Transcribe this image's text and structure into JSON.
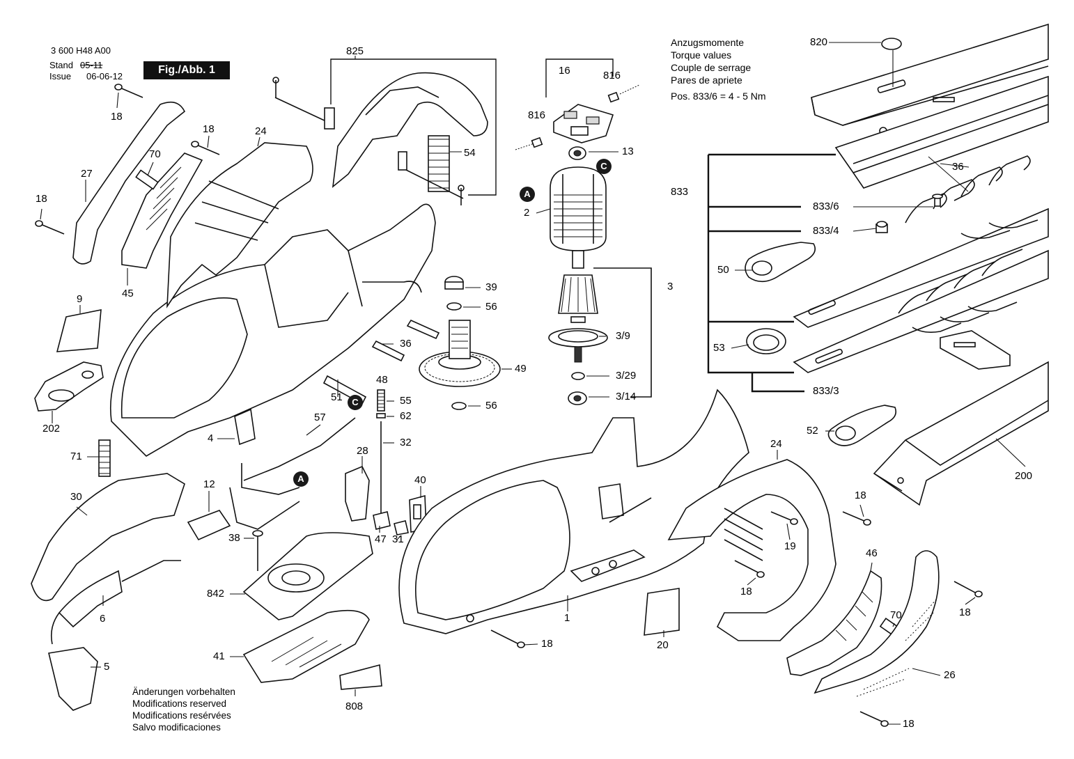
{
  "header": {
    "part_number": "3 600 H48 A00",
    "stand_label": "Stand",
    "stand_value": "05-11",
    "issue_label": "Issue",
    "issue_value": "06-06-12",
    "figure_label": "Fig./Abb. 1"
  },
  "torque": {
    "lines": [
      "Anzugsmomente",
      "Torque values",
      "Couple de serrage",
      "Pares de apriete"
    ],
    "spec": "Pos. 833/6 = 4 - 5 Nm"
  },
  "modifications": {
    "lines": [
      "Änderungen vorbehalten",
      "Modifications reserved",
      "Modifications resérvées",
      "Salvo modificaciones"
    ]
  },
  "markers": {
    "a": "A",
    "c": "C"
  },
  "parts": {
    "p825": "825",
    "p820": "820",
    "p16": "16",
    "p816a": "816",
    "p816b": "816",
    "p13": "13",
    "p2": "2",
    "p3": "3",
    "p39": "39",
    "p56a": "56",
    "p36a": "36",
    "p3_9": "3/9",
    "p49": "49",
    "p3_29": "3/29",
    "p3_14": "3/14",
    "p56b": "56",
    "p48": "48",
    "p55": "55",
    "p62": "62",
    "p32": "32",
    "p51": "51",
    "p57": "57",
    "p4": "4",
    "p28": "28",
    "p40": "40",
    "p12": "12",
    "p47": "47",
    "p31": "31",
    "p38": "38",
    "p842": "842",
    "p41": "41",
    "p808": "808",
    "p6": "6",
    "p5": "5",
    "p71": "71",
    "p30": "30",
    "p202": "202",
    "p9": "9",
    "p45": "45",
    "p27": "27",
    "p18a": "18",
    "p18b": "18",
    "p18c": "18",
    "p70a": "70",
    "p24a": "24",
    "p54": "54",
    "p833": "833",
    "p833_6": "833/6",
    "p833_4": "833/4",
    "p833_3": "833/3",
    "p36b": "36",
    "p50": "50",
    "p53": "53",
    "p52": "52",
    "p200": "200",
    "p24b": "24",
    "p18d": "18",
    "p19": "19",
    "p18e": "18",
    "p46": "46",
    "p70b": "70",
    "p18f": "18",
    "p26": "26",
    "p18g": "18",
    "p20": "20",
    "p1": "1",
    "p18h": "18"
  }
}
